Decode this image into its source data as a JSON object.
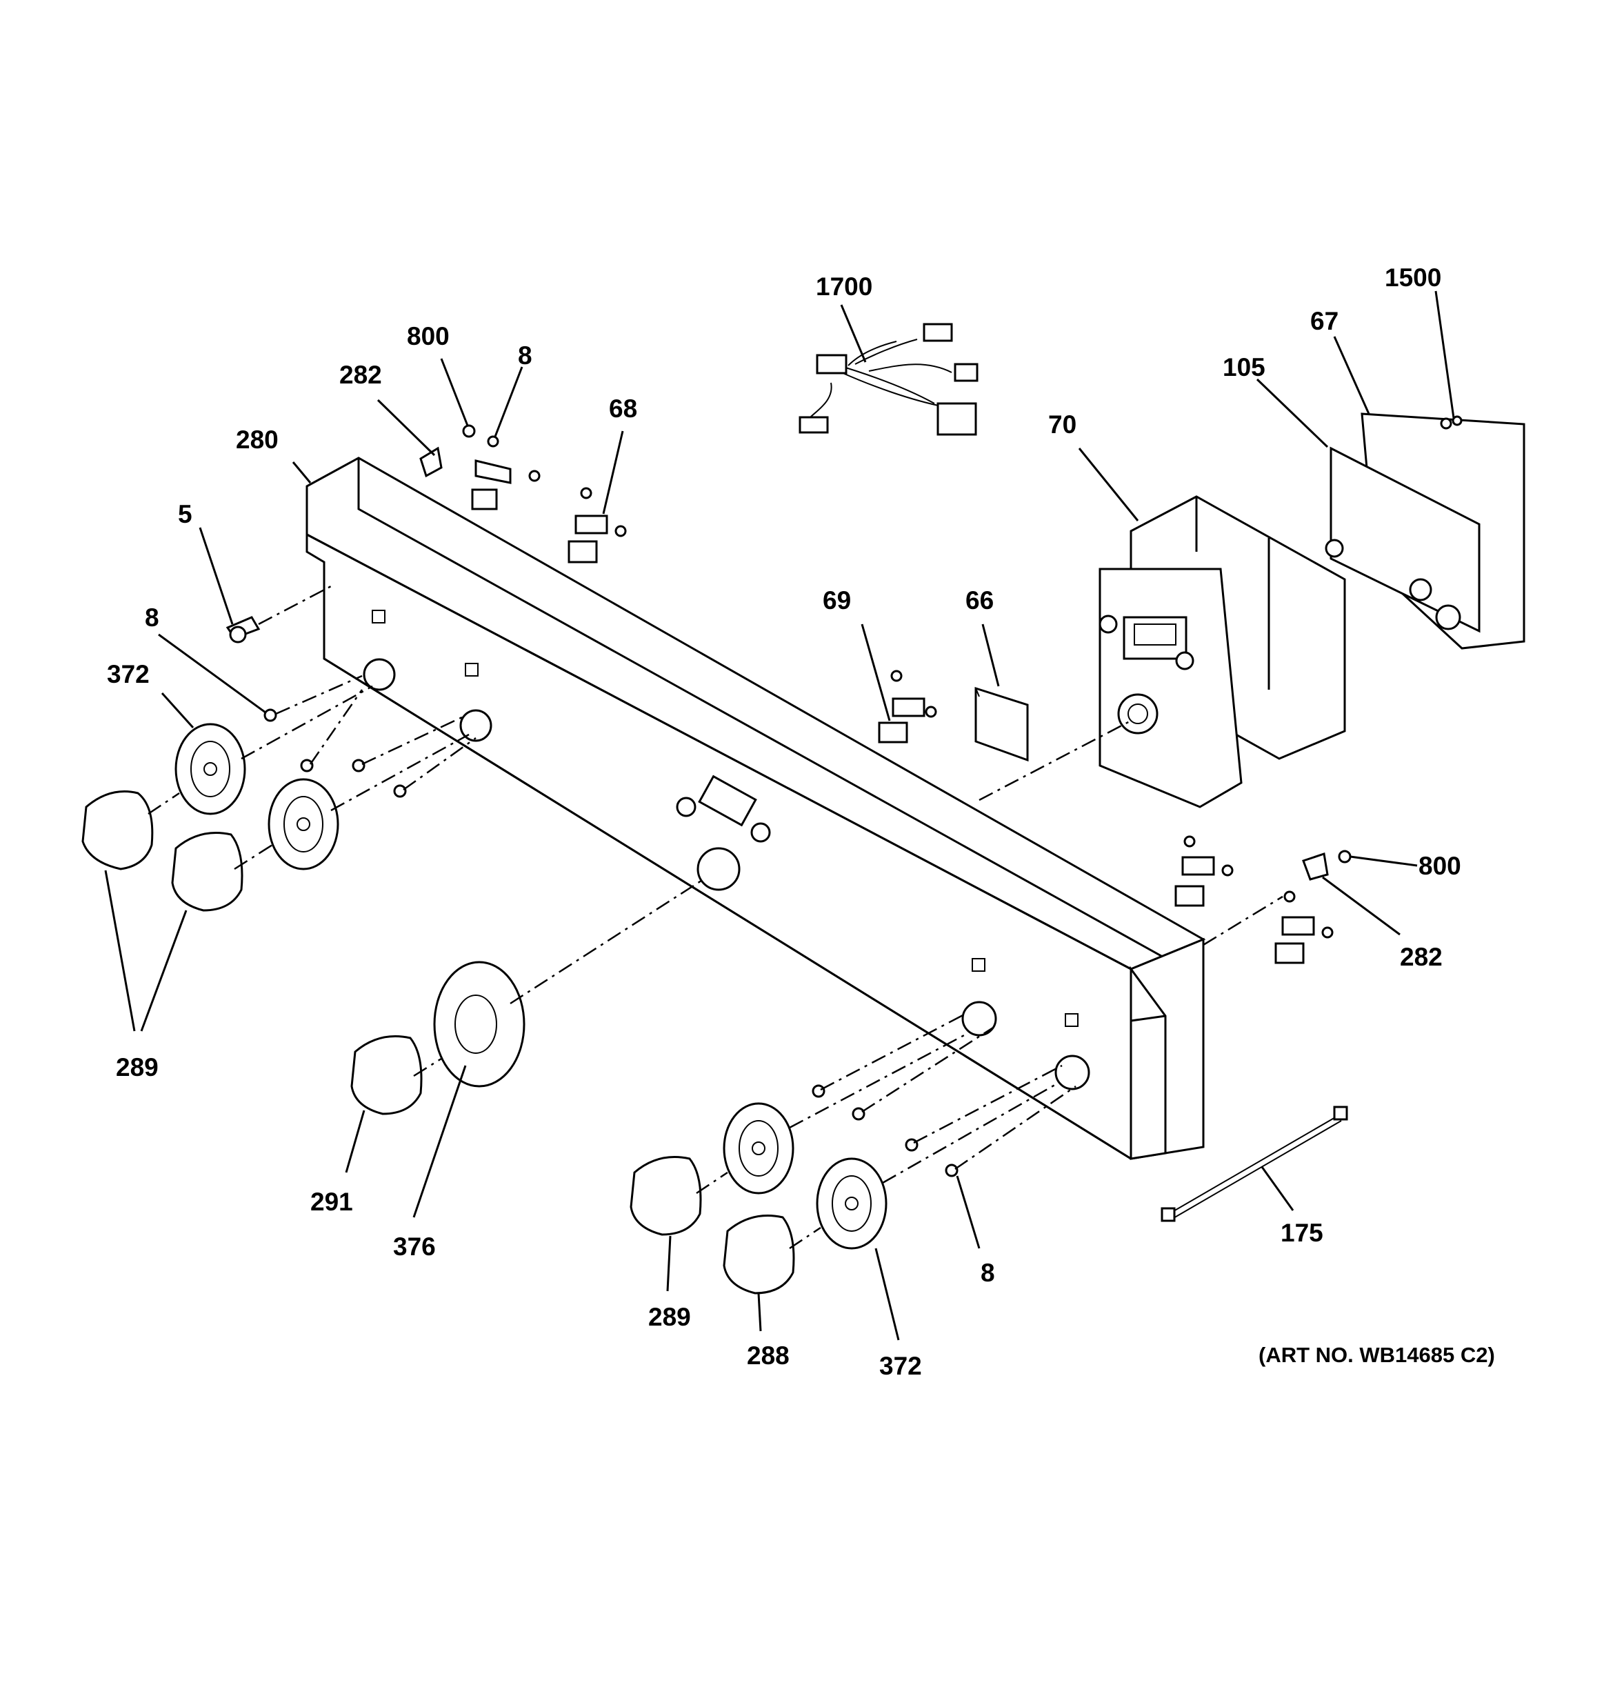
{
  "callouts": [
    {
      "id": "c1700",
      "text": "1700"
    },
    {
      "id": "c1500",
      "text": "1500"
    },
    {
      "id": "c67",
      "text": "67"
    },
    {
      "id": "c105",
      "text": "105"
    },
    {
      "id": "c70",
      "text": "70"
    },
    {
      "id": "c800a",
      "text": "800"
    },
    {
      "id": "c8a",
      "text": "8"
    },
    {
      "id": "c282a",
      "text": "282"
    },
    {
      "id": "c68",
      "text": "68"
    },
    {
      "id": "c280",
      "text": "280"
    },
    {
      "id": "c5",
      "text": "5"
    },
    {
      "id": "c8b",
      "text": "8"
    },
    {
      "id": "c372a",
      "text": "372"
    },
    {
      "id": "c69",
      "text": "69"
    },
    {
      "id": "c66",
      "text": "66"
    },
    {
      "id": "c800b",
      "text": "800"
    },
    {
      "id": "c282b",
      "text": "282"
    },
    {
      "id": "c289a",
      "text": "289"
    },
    {
      "id": "c291",
      "text": "291"
    },
    {
      "id": "c376",
      "text": "376"
    },
    {
      "id": "c175",
      "text": "175"
    },
    {
      "id": "c8c",
      "text": "8"
    },
    {
      "id": "c289b",
      "text": "289"
    },
    {
      "id": "c288",
      "text": "288"
    },
    {
      "id": "c372b",
      "text": "372"
    }
  ],
  "art_number": "(ART NO. WB14685 C2)"
}
